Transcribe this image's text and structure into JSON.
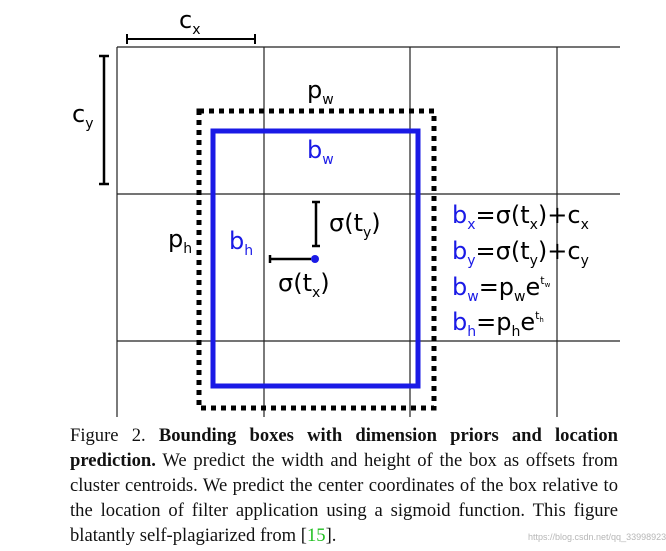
{
  "figure": {
    "labels": {
      "cx": "c",
      "cx_sub": "x",
      "cy": "c",
      "cy_sub": "y",
      "pw": "p",
      "pw_sub": "w",
      "ph": "p",
      "ph_sub": "h",
      "bw": "b",
      "bw_sub": "w",
      "bh": "b",
      "bh_sub": "h",
      "sigma_ty": "σ(t",
      "sigma_ty_sub": "y",
      "sigma_ty_close": ")",
      "sigma_tx": "σ(t",
      "sigma_tx_sub": "x",
      "sigma_tx_close": ")"
    },
    "equations": {
      "eq1": {
        "lhs": "b",
        "lhs_sub": "x",
        "rhs1": "=σ(t",
        "rhs1_sub": "x",
        "rhs2": ")+c",
        "rhs2_sub": "x"
      },
      "eq2": {
        "lhs": "b",
        "lhs_sub": "y",
        "rhs1": "=σ(t",
        "rhs1_sub": "y",
        "rhs2": ")+c",
        "rhs2_sub": "y"
      },
      "eq3": {
        "lhs": "b",
        "lhs_sub": "w",
        "rhs1": "=p",
        "rhs1_sub": "w",
        "rhs2": "e",
        "rhs2_sup": "t",
        "rhs2_sup_sub": "w"
      },
      "eq4": {
        "lhs": "b",
        "lhs_sub": "h",
        "rhs1": "=p",
        "rhs1_sub": "h",
        "rhs2": "e",
        "rhs2_sup": "t",
        "rhs2_sup_sub": "h"
      }
    },
    "colors": {
      "blue": "#1a1ae6",
      "black": "#000000",
      "grid": "#222222"
    }
  },
  "caption": {
    "prefix": "Figure 2.",
    "bold": "Bounding boxes with dimension priors and location prediction.",
    "body": "We predict the width and height of the box as offsets from cluster centroids.  We predict the center coordinates of the box relative to the location of filter application using a sigmoid function. This figure blatantly self-plagiarized from",
    "citation_open": "[",
    "citation": "15",
    "citation_close": "]."
  },
  "watermark": "https://blog.csdn.net/qq_33998923"
}
